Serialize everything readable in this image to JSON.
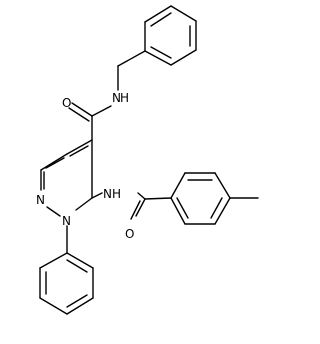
{
  "colors": {
    "bond": "#000000",
    "background": "#ffffff"
  },
  "atoms": {
    "amide_n_top": "N",
    "amide_h_top": "H",
    "carbonyl_o_top": "O",
    "amide_n_mid": "N",
    "amide_h_mid": "H",
    "carbonyl_o_mid": "O",
    "pyrazole_n2": "N",
    "pyrazole_n1": "N"
  }
}
